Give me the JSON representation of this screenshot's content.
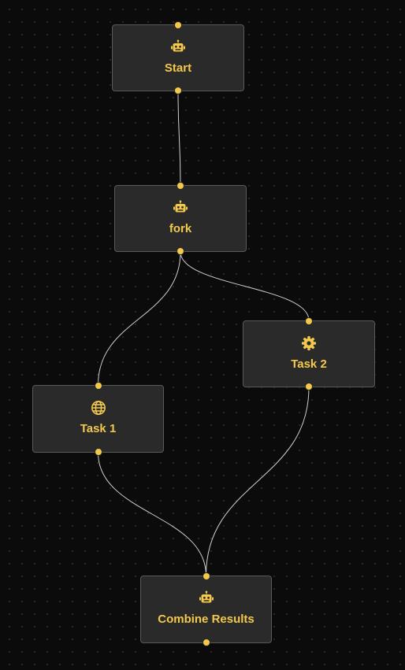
{
  "theme": {
    "node_text_color": "#f2c94c",
    "node_background": "#2a2a2a",
    "node_border": "#5a5a5a",
    "edge_color": "#cfcfcf",
    "canvas_background": "#0b0b0b",
    "handle_color": "#f2c94c"
  },
  "nodes": [
    {
      "id": "start",
      "label": "Start",
      "icon": "robot-icon"
    },
    {
      "id": "fork",
      "label": "fork",
      "icon": "robot-icon"
    },
    {
      "id": "task2",
      "label": "Task 2",
      "icon": "gear-icon"
    },
    {
      "id": "task1",
      "label": "Task 1",
      "icon": "globe-icon"
    },
    {
      "id": "combine",
      "label": "Combine Results",
      "icon": "robot-icon"
    }
  ],
  "edges": [
    {
      "from": "start",
      "to": "fork"
    },
    {
      "from": "fork",
      "to": "task1"
    },
    {
      "from": "fork",
      "to": "task2"
    },
    {
      "from": "task1",
      "to": "combine"
    },
    {
      "from": "task2",
      "to": "combine"
    }
  ]
}
